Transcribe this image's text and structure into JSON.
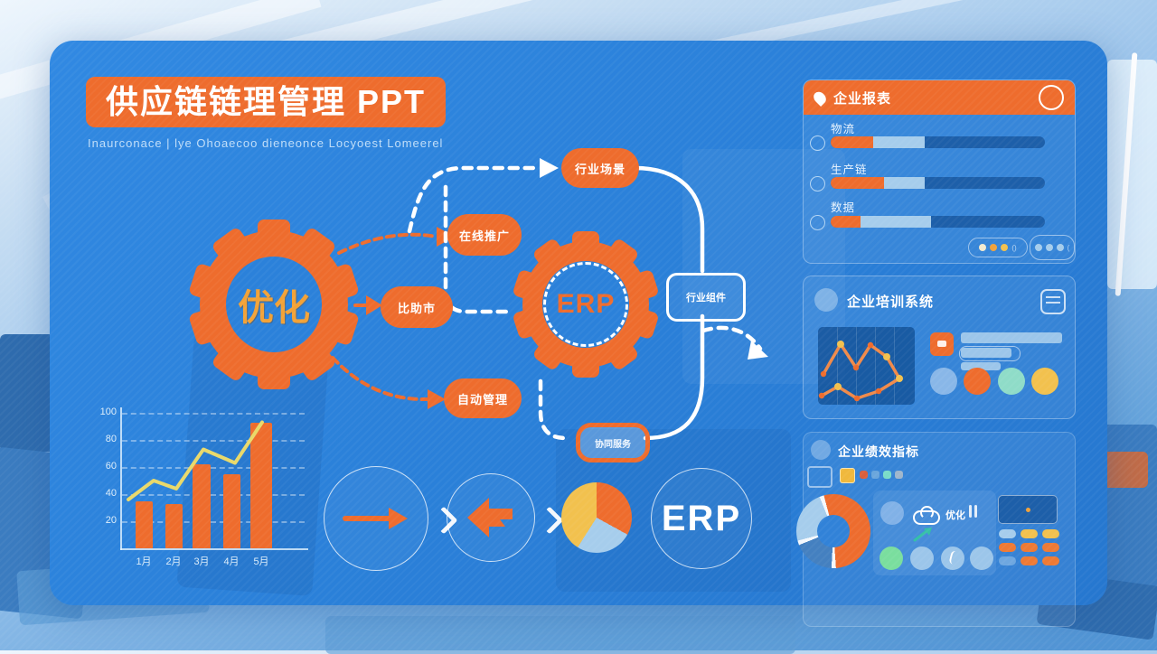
{
  "title": {
    "badge_text": "供应链链理管理 PPT",
    "subtitle": "Inaurconace | lye Ohoaecoo dieneonce Locyoest Lomeerel"
  },
  "flow": {
    "gear_left": "优化",
    "gear_center": "ERP",
    "pill_top": "行业场景",
    "pill_upper": "在线推广",
    "pill_middle": "比助市",
    "pill_lower": "自动管理",
    "box_component": "行业组件",
    "pill_bottom": "协同服务"
  },
  "report_card": {
    "title": "企业报表",
    "rows": [
      {
        "label": "物流",
        "value": 20,
        "buffer": 44
      },
      {
        "label": "生产链",
        "value": 25,
        "buffer": 44
      },
      {
        "label": "数据",
        "value": 14,
        "buffer": 47
      }
    ],
    "dots": [
      [
        "cream",
        "amber",
        "yellow"
      ],
      [
        "light",
        "light",
        "light"
      ]
    ]
  },
  "training_card": {
    "title": "企业培训系统"
  },
  "kpi_card": {
    "title": "企业绩效指标",
    "mini_label": "优化",
    "pill_rows": [
      [
        "light",
        "yellow",
        "yellow"
      ],
      [
        "orange",
        "orange",
        "orange"
      ],
      [
        "muted",
        "orange",
        "orange"
      ]
    ]
  },
  "icons_row": {
    "erp_label": "ERP"
  },
  "colors": {
    "orange": "#ee6c2d",
    "orange_bright": "#ee7a35",
    "yellow": "#f2c14e",
    "amber": "#f0a23c",
    "cream": "#f3ead0",
    "light": "#a6cdec",
    "muted": "rgba(156,198,234,0.55)",
    "line_yellow": "#e9d96a",
    "panel_blue": "#2b81da",
    "track_blue": "#1d5fa9",
    "teal": "#8fdcc8",
    "green": "#7ade9e",
    "sky": "#89b7e8",
    "mid_blue": "#4480c0"
  },
  "chart_data": [
    {
      "type": "bar",
      "context": "bottom-left-chart",
      "categories": [
        "1月",
        "2月",
        "3月",
        "4月",
        "5月"
      ],
      "values": [
        35,
        33,
        62,
        55,
        93
      ],
      "line_overlay": [
        36,
        50,
        44,
        73,
        63,
        93
      ],
      "yticks": [
        100,
        80,
        60,
        40,
        20
      ],
      "ylim": [
        0,
        100
      ],
      "grid": true,
      "legend": "none"
    },
    {
      "type": "line",
      "context": "training-card-mini-chart",
      "series": [
        {
          "name": "trend-a",
          "points": [
            [
              6,
              52
            ],
            [
              25,
              19
            ],
            [
              42,
              45
            ],
            [
              58,
              20
            ],
            [
              76,
              33
            ],
            [
              90,
              57
            ]
          ]
        },
        {
          "name": "trend-b",
          "points": [
            [
              4,
              76
            ],
            [
              22,
              66
            ],
            [
              43,
              79
            ],
            [
              67,
              71
            ],
            [
              90,
              57
            ]
          ]
        }
      ]
    },
    {
      "type": "pie",
      "context": "icons-row-pie",
      "slices": [
        {
          "label": "orange",
          "value": 33,
          "color": "#ee6c2d"
        },
        {
          "label": "light-blue",
          "value": 26,
          "color": "#a6cdec"
        },
        {
          "label": "yellow",
          "value": 41,
          "color": "#f2c14e"
        }
      ]
    },
    {
      "type": "donut",
      "context": "kpi-card-donut",
      "slices": [
        {
          "label": "orange",
          "value": 55,
          "color": "#ed6c2e"
        },
        {
          "label": "mid-blue",
          "value": 20,
          "color": "#4480c0"
        },
        {
          "label": "light-blue",
          "value": 25,
          "color": "#a6cdec"
        }
      ]
    }
  ]
}
